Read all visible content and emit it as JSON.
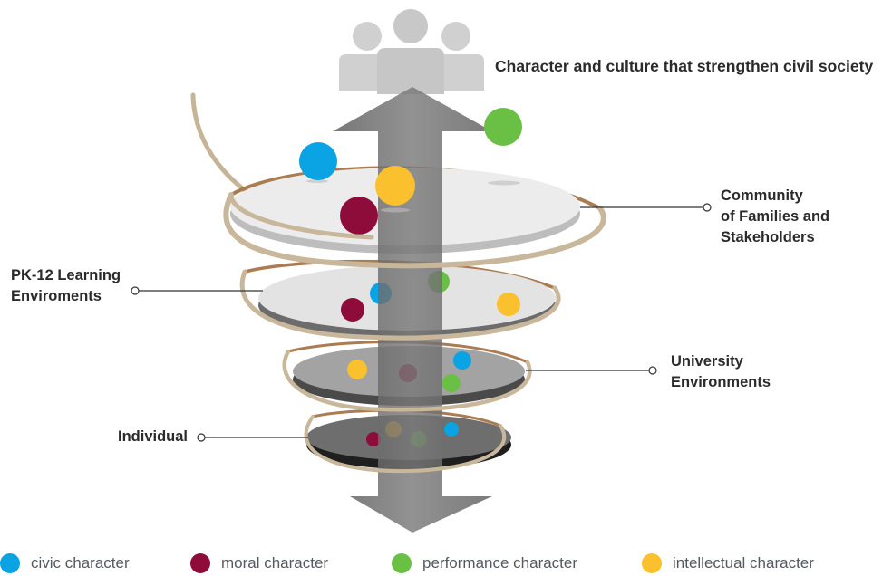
{
  "title": "Character and culture that strengthen civil society",
  "levels": {
    "community": [
      "Community",
      "of Families and",
      "Stakeholders"
    ],
    "pk12": [
      "PK-12 Learning",
      "Enviroments"
    ],
    "university": [
      "University",
      "Environments"
    ],
    "individual": "Individual"
  },
  "legend": [
    {
      "label": "civic character",
      "color": "#0aa3e3"
    },
    {
      "label": "moral character",
      "color": "#8e0c3a"
    },
    {
      "label": "performance character",
      "color": "#6abf45"
    },
    {
      "label": "intellectual character",
      "color": "#fbc02d"
    }
  ],
  "colors": {
    "arrow": "#6e6e6e",
    "spiral": "#c8b79a",
    "people": "#d0d0d0"
  }
}
